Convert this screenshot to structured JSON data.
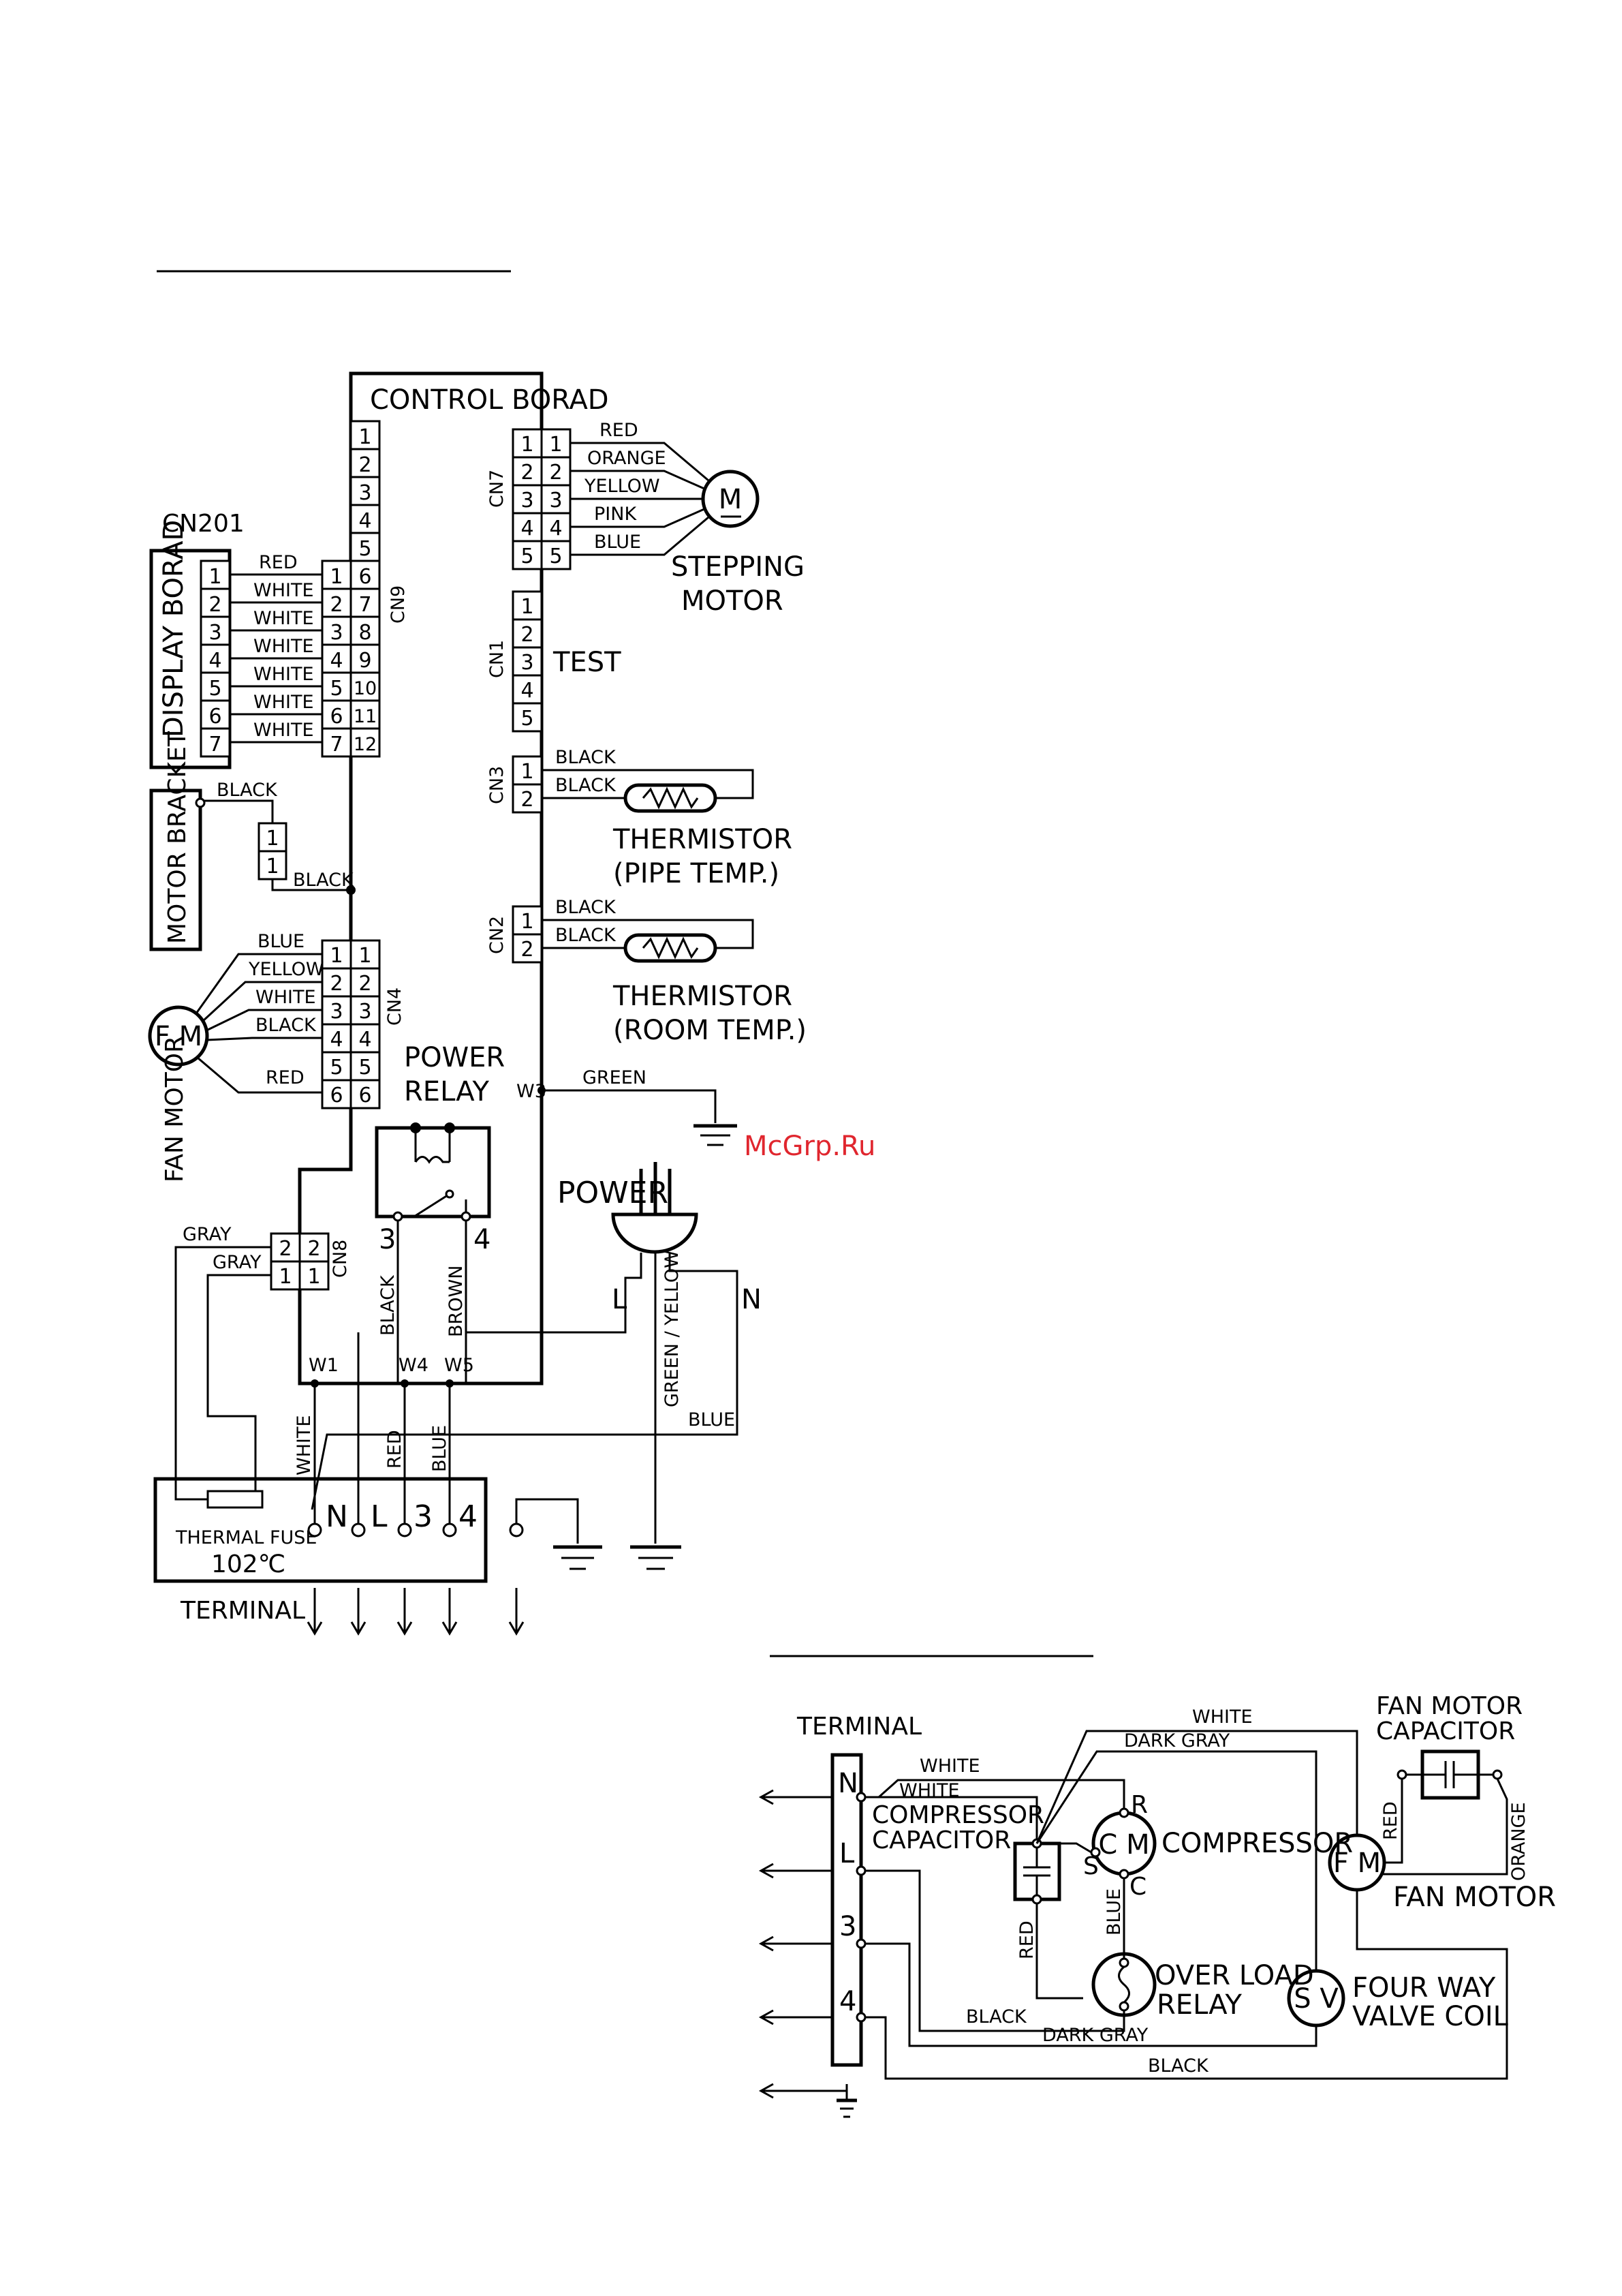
{
  "indoor": {
    "control_board": "CONTROL BORAD",
    "display_board": "DISPLAY BORAD",
    "cn201": "CN201",
    "cn9": "CN9",
    "cn7": "CN7",
    "cn1": "CN1",
    "cn3": "CN3",
    "cn2": "CN2",
    "cn4": "CN4",
    "cn8": "CN8",
    "test": "TEST",
    "stepping_motor_1": "STEPPING",
    "stepping_motor_2": "MOTOR",
    "motor_symbol": "M",
    "thermistor_pipe_1": "THERMISTOR",
    "thermistor_pipe_2": "(PIPE TEMP.)",
    "thermistor_room_1": "THERMISTOR",
    "thermistor_room_2": "(ROOM TEMP.)",
    "motor_bracket": "MOTOR BRACKET",
    "fan_motor": "FAN MOTOR",
    "fm": "F M",
    "power_relay_1": "POWER",
    "power_relay_2": "RELAY",
    "power": "POWER",
    "thermal_fuse": "THERMAL FUSE",
    "fuse_temp": "102℃",
    "terminal": "TERMINAL",
    "w1": "W1",
    "w3": "W3",
    "w4": "W4",
    "w5": "W5",
    "relay_pin3": "3",
    "relay_pin4": "4",
    "plug_l": "L",
    "plug_n": "N",
    "term_n": "N",
    "term_l": "L",
    "term_3": "3",
    "term_4": "4",
    "wires": {
      "red": "RED",
      "orange": "ORANGE",
      "yellow": "YELLOW",
      "pink": "PINK",
      "blue": "BLUE",
      "white": "WHITE",
      "black": "BLACK",
      "green": "GREEN",
      "gray": "GRAY",
      "brown": "BROWN",
      "green_yellow": "GREEN / YELLOW"
    },
    "cn7_pins": [
      "1",
      "2",
      "3",
      "4",
      "5"
    ],
    "cn1_pins": [
      "1",
      "2",
      "3",
      "4",
      "5"
    ],
    "cn9_pins": [
      "1",
      "2",
      "3",
      "4",
      "5",
      "6",
      "7",
      "8",
      "9",
      "10",
      "11",
      "12"
    ],
    "cn201_pins": [
      "1",
      "2",
      "3",
      "4",
      "5",
      "6",
      "7"
    ],
    "cn4_pins": [
      "1",
      "2",
      "3",
      "4",
      "5",
      "6"
    ],
    "cn3_pins": [
      "1",
      "2"
    ],
    "cn2_pins": [
      "1",
      "2"
    ],
    "cn8_pins": [
      "2",
      "1"
    ],
    "bracket_pins": [
      "1",
      "1"
    ]
  },
  "outdoor": {
    "terminal": "TERMINAL",
    "term_n": "N",
    "term_l": "L",
    "term_3": "3",
    "term_4": "4",
    "compressor_capacitor_1": "COMPRESSOR",
    "compressor_capacitor_2": "CAPACITOR",
    "compressor": "COMPRESSOR",
    "cm": "C M",
    "pin_r": "R",
    "pin_s": "S",
    "pin_c": "C",
    "overload_1": "OVER LOAD",
    "overload_2": "RELAY",
    "sv": "S V",
    "four_way_1": "FOUR WAY",
    "four_way_2": "VALVE COIL",
    "fan_motor_cap_1": "FAN MOTOR",
    "fan_motor_cap_2": "CAPACITOR",
    "fm": "F M",
    "fan_motor": "FAN MOTOR",
    "wires": {
      "white": "WHITE",
      "dark_gray": "DARK GRAY",
      "black": "BLACK",
      "red": "RED",
      "blue": "BLUE",
      "orange": "ORANGE"
    }
  },
  "watermark": "McGrp.Ru"
}
